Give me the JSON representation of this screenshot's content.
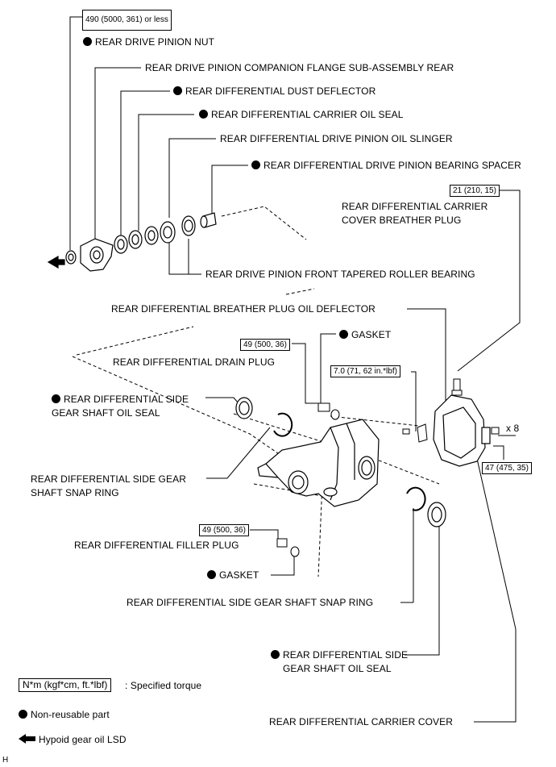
{
  "torques": {
    "pinion_nut": "490 (5000, 361) or less",
    "breather_plug": "21 (210, 15)",
    "drain_plug": "49 (500, 36)",
    "deflector_bolt": "7.0 (71, 62 in.*lbf)",
    "filler_plug": "49 (500, 36)",
    "cover_bolt": "47 (475, 35)"
  },
  "labels": {
    "pinion_nut": "REAR DRIVE PINION NUT",
    "companion_flange": "REAR DRIVE PINION COMPANION FLANGE SUB-ASSEMBLY REAR",
    "dust_deflector": "REAR DIFFERENTIAL DUST DEFLECTOR",
    "carrier_oil_seal": "REAR DIFFERENTIAL CARRIER OIL SEAL",
    "oil_slinger": "REAR DIFFERENTIAL DRIVE PINION OIL SLINGER",
    "bearing_spacer": "REAR DIFFERENTIAL DRIVE PINION BEARING SPACER",
    "breather_plug_line1": "REAR DIFFERENTIAL CARRIER",
    "breather_plug_line2": "COVER BREATHER PLUG",
    "front_bearing": "REAR DRIVE PINION FRONT TAPERED ROLLER BEARING",
    "breather_deflector": "REAR DIFFERENTIAL BREATHER PLUG OIL DEFLECTOR",
    "gasket_top": "GASKET",
    "drain_plug": "REAR DIFFERENTIAL DRAIN PLUG",
    "side_seal_left_line1": "REAR DIFFERENTIAL SIDE",
    "side_seal_left_line2": "GEAR SHAFT OIL SEAL",
    "qty": "x 8",
    "snap_ring_left_line1": "REAR DIFFERENTIAL SIDE GEAR",
    "snap_ring_left_line2": "SHAFT SNAP RING",
    "filler_plug": "REAR DIFFERENTIAL FILLER PLUG",
    "gasket_bottom": "GASKET",
    "snap_ring_right": "REAR DIFFERENTIAL SIDE GEAR SHAFT SNAP RING",
    "side_seal_right_line1": "REAR DIFFERENTIAL SIDE",
    "side_seal_right_line2": "GEAR SHAFT OIL SEAL",
    "carrier_cover": "REAR DIFFERENTIAL CARRIER COVER"
  },
  "legend": {
    "torque_unit": "N*m (kgf*cm, ft.*lbf)",
    "torque_text": ": Specified torque",
    "non_reusable": "Non-reusable part",
    "lubricant": "Hypoid gear oil LSD"
  },
  "corner_code": "H"
}
